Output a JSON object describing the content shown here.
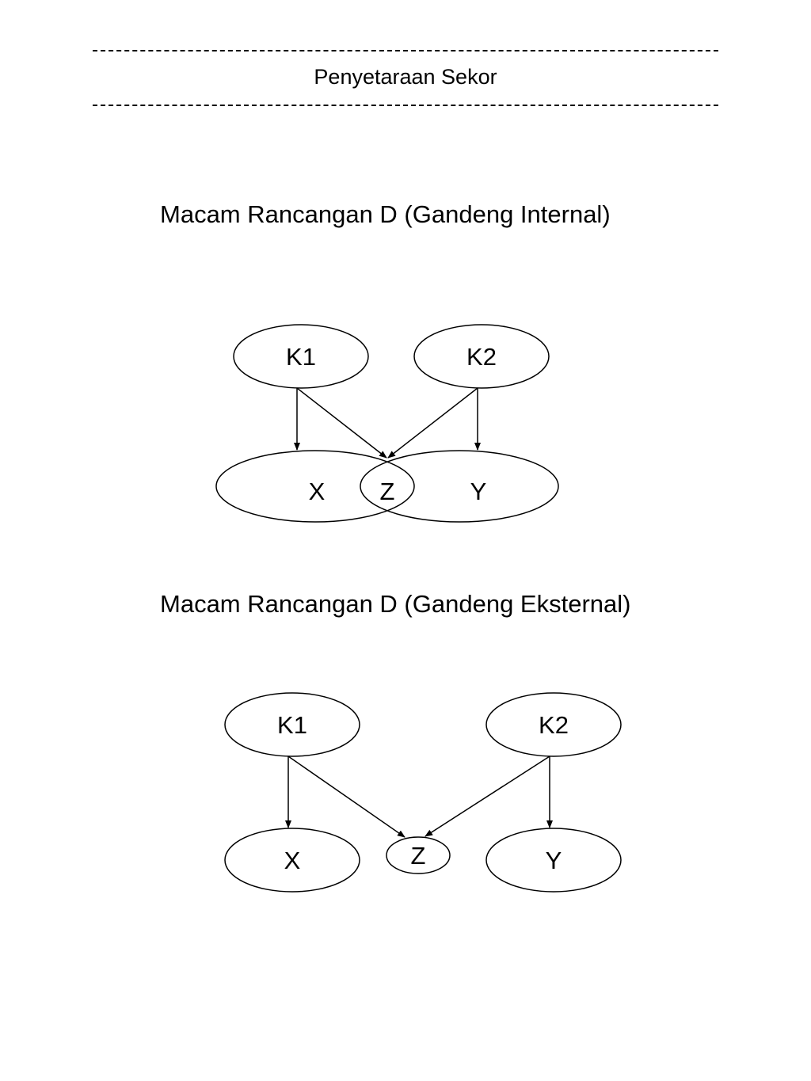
{
  "header": {
    "title": "Penyetaraan Sekor"
  },
  "sections": [
    {
      "title": "Macam Rancangan D (Gandeng Internal)",
      "nodes": {
        "k1": "K1",
        "k2": "K2",
        "x": "X",
        "z": "Z",
        "y": "Y"
      }
    },
    {
      "title": "Macam Rancangan D (Gandeng Eksternal)",
      "nodes": {
        "k1": "K1",
        "k2": "K2",
        "x": "X",
        "z": "Z",
        "y": "Y"
      }
    }
  ],
  "colors": {
    "ink": "#000000",
    "background": "#ffffff"
  }
}
